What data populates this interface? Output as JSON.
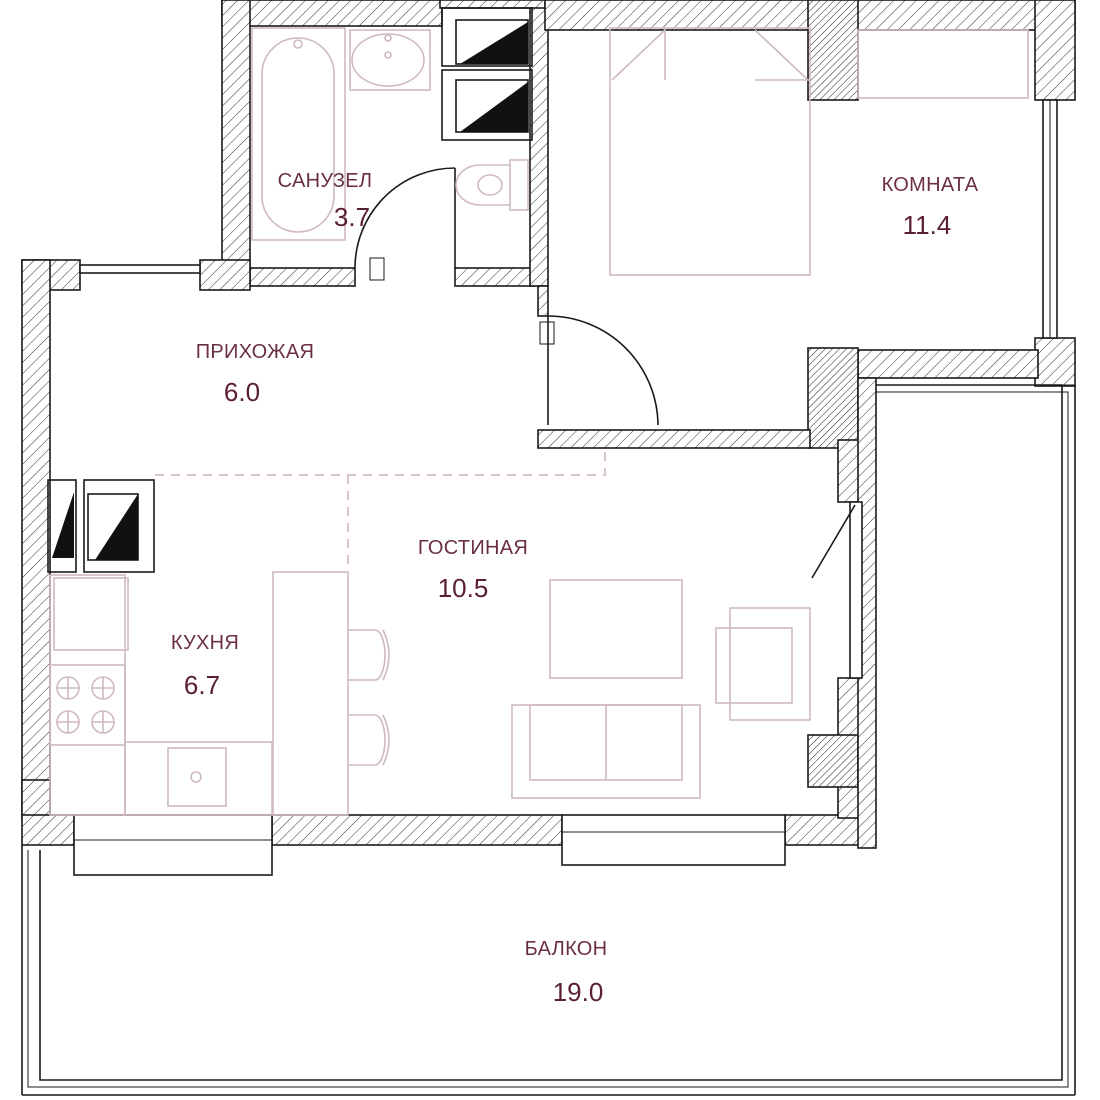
{
  "rooms": {
    "bathroom": {
      "name": "САНУЗЕЛ",
      "area": "3.7"
    },
    "bedroom": {
      "name": "КОМНАТА",
      "area": "11.4"
    },
    "hallway": {
      "name": "ПРИХОЖАЯ",
      "area": "6.0"
    },
    "living": {
      "name": "ГОСТИНАЯ",
      "area": "10.5"
    },
    "kitchen": {
      "name": "КУХНЯ",
      "area": "6.7"
    },
    "balcony": {
      "name": "БАЛКОН",
      "area": "19.0"
    }
  },
  "colors": {
    "label": "#6b2f44",
    "area": "#5a1f32",
    "furniture": "#cfb9bf",
    "wall": "#1a1a1a"
  }
}
